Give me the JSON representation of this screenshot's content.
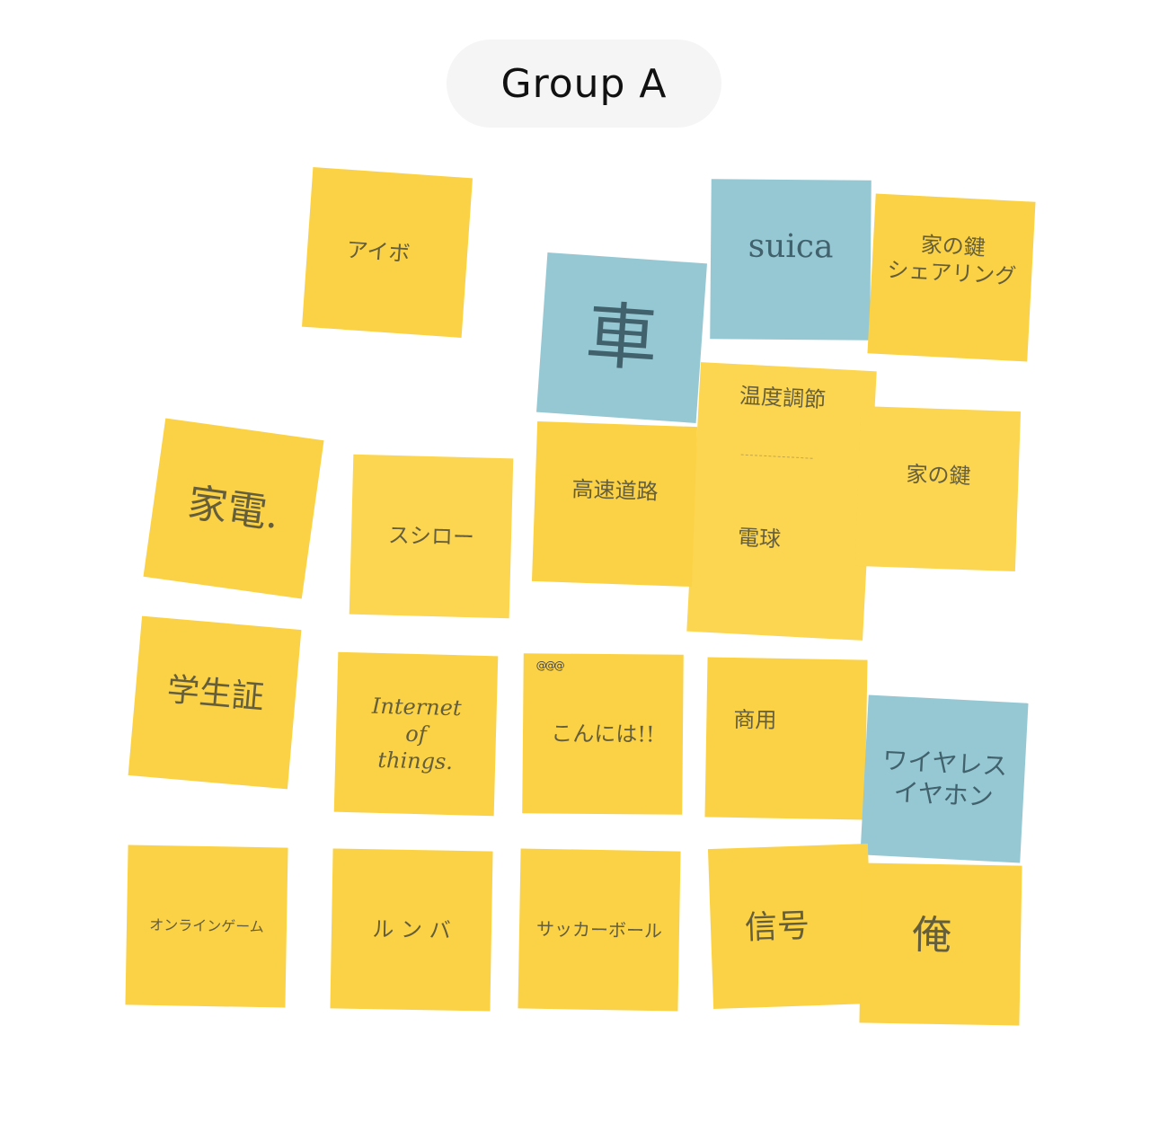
{
  "group": {
    "title": "Group A"
  },
  "notes": [
    {
      "id": "aibo",
      "text": "アイボ"
    },
    {
      "id": "car",
      "text": "車"
    },
    {
      "id": "suica",
      "text": "suica"
    },
    {
      "id": "house-key-sharing",
      "text": "家の鍵\nシェアリング"
    },
    {
      "id": "temperature",
      "text": "温度調節"
    },
    {
      "id": "appliances",
      "text": "家電."
    },
    {
      "id": "sushiro",
      "text": "スシロー"
    },
    {
      "id": "highway",
      "text": "高速道路"
    },
    {
      "id": "light-bulb",
      "text": "電球"
    },
    {
      "id": "house-key",
      "text": "家の鍵"
    },
    {
      "id": "student-id",
      "text": "学生証"
    },
    {
      "id": "iot",
      "text": "Internet\nof\nthings."
    },
    {
      "id": "hello",
      "text": "こんには!!"
    },
    {
      "id": "commercial",
      "text": "商用"
    },
    {
      "id": "wireless-earphones",
      "text": "ワイヤレス\nイヤホン"
    },
    {
      "id": "online-game",
      "text": "オンラインゲーム"
    },
    {
      "id": "roomba",
      "text": "ル ン バ"
    },
    {
      "id": "soccer-ball",
      "text": "サッカーボール"
    },
    {
      "id": "signal",
      "text": "信号"
    },
    {
      "id": "me",
      "text": "俺"
    }
  ]
}
